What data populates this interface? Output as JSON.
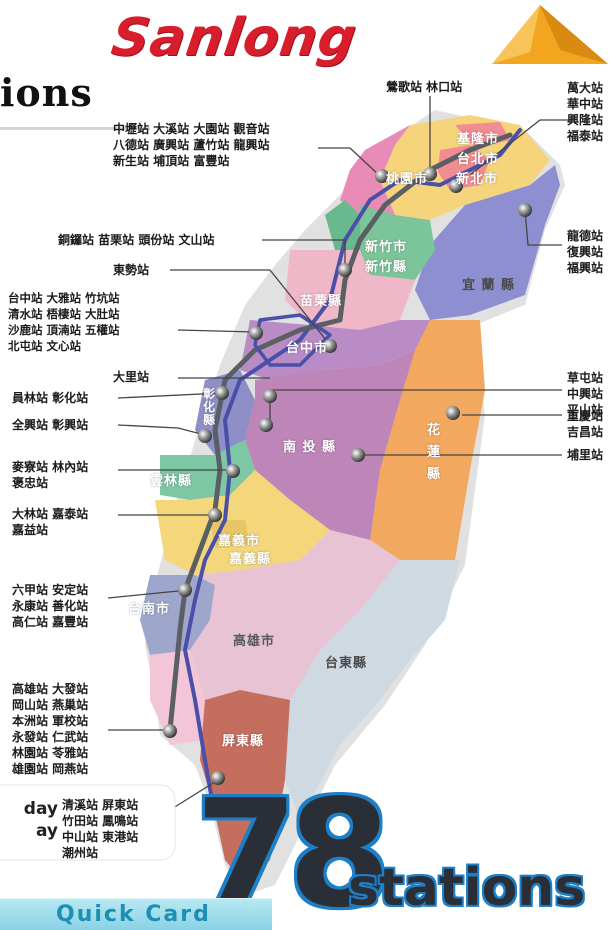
{
  "brand": {
    "logo": "Sanlong",
    "title_fragment": "ions"
  },
  "headline": {
    "number": "78",
    "word": "stations"
  },
  "bubble_lines": [
    "day",
    "ay"
  ],
  "footer_fragment": "Quick Card",
  "regions": [
    {
      "id": "keelung",
      "label": "基隆市",
      "tone": "light"
    },
    {
      "id": "taipei",
      "label": "台北市",
      "tone": "light"
    },
    {
      "id": "newtaipei",
      "label": "新北市",
      "tone": "light"
    },
    {
      "id": "taoyuan",
      "label": "桃園市",
      "tone": "light"
    },
    {
      "id": "hsinchucity",
      "label": "新竹市",
      "tone": "light"
    },
    {
      "id": "hsinchucounty",
      "label": "新竹縣",
      "tone": "light"
    },
    {
      "id": "yilan",
      "label": "宜 蘭 縣",
      "tone": "dark"
    },
    {
      "id": "miaoli",
      "label": "苗栗縣",
      "tone": "light"
    },
    {
      "id": "taichung",
      "label": "台中市",
      "tone": "light"
    },
    {
      "id": "changhua",
      "label": "彰\n化\n縣",
      "tone": "light"
    },
    {
      "id": "nantou",
      "label": "南 投 縣",
      "tone": "light"
    },
    {
      "id": "hualien",
      "label": "花\n蓮\n縣",
      "tone": "light"
    },
    {
      "id": "yunlin",
      "label": "雲林縣",
      "tone": "light"
    },
    {
      "id": "chiayicity",
      "label": "嘉義市",
      "tone": "light"
    },
    {
      "id": "chiayicounty",
      "label": "嘉義縣",
      "tone": "light"
    },
    {
      "id": "tainan",
      "label": "台南市",
      "tone": "light"
    },
    {
      "id": "kaohsiung",
      "label": "高雄市",
      "tone": "light"
    },
    {
      "id": "taitung",
      "label": "台東縣",
      "tone": "dark"
    },
    {
      "id": "pingtung",
      "label": "屏東縣",
      "tone": "light"
    }
  ],
  "station_groups": [
    {
      "id": "g-yingge",
      "lines": [
        "鶯歌站 林口站"
      ]
    },
    {
      "id": "g-wanda",
      "lines": [
        "萬大站",
        "華中站",
        "興隆站",
        "福泰站"
      ]
    },
    {
      "id": "g-zhongli",
      "lines": [
        "中壢站 大溪站 大園站 觀音站",
        "八德站 廣興站 蘆竹站 龍興站",
        "新生站 埔頂站 富豐站"
      ]
    },
    {
      "id": "g-tongluo",
      "lines": [
        "銅鑼站 苗栗站 頭份站 文山站"
      ]
    },
    {
      "id": "g-longde",
      "lines": [
        "龍德站",
        "復興站",
        "福興站"
      ]
    },
    {
      "id": "g-dongshi",
      "lines": [
        "東勢站"
      ]
    },
    {
      "id": "g-taichung",
      "lines": [
        "台中站 大雅站 竹坑站",
        "清水站 梧棲站 大肚站",
        "沙鹿站 頂湳站 五權站",
        "北屯站 文心站"
      ]
    },
    {
      "id": "g-caotun",
      "lines": [
        "草屯站",
        "中興站",
        "平山站"
      ]
    },
    {
      "id": "g-dali",
      "lines": [
        "大里站"
      ]
    },
    {
      "id": "g-yuanlin",
      "lines": [
        "員林站 彰化站"
      ]
    },
    {
      "id": "g-quanxing",
      "lines": [
        "全興站 彰興站"
      ]
    },
    {
      "id": "g-chongqing",
      "lines": [
        "重慶站",
        "吉昌站"
      ]
    },
    {
      "id": "g-puli",
      "lines": [
        "埔里站"
      ]
    },
    {
      "id": "g-mailiao",
      "lines": [
        "麥寮站 林內站",
        "褒忠站"
      ]
    },
    {
      "id": "g-dalin",
      "lines": [
        "大林站 嘉泰站",
        "嘉益站"
      ]
    },
    {
      "id": "g-liujia",
      "lines": [
        "六甲站 安定站",
        "永康站 善化站",
        "高仁站 嘉豐站"
      ]
    },
    {
      "id": "g-kaohsiung",
      "lines": [
        "高雄站 大發站",
        "岡山站 燕巢站",
        "本洲站 軍校站",
        "永發站 仁武站",
        "林園站 苓雅站",
        "雄園站 岡燕站"
      ]
    },
    {
      "id": "g-qingxi",
      "lines": [
        "清溪站 屏東站",
        "竹田站 鳳鳴站",
        "中山站 東港站",
        "潮州站"
      ]
    }
  ]
}
